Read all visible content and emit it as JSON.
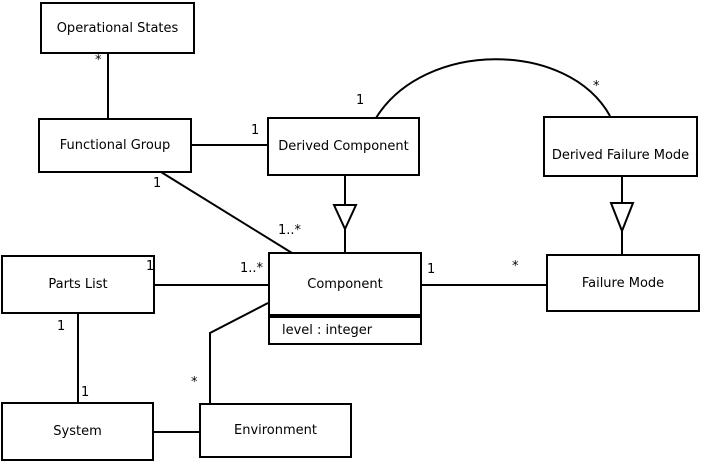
{
  "diagram_type": "uml-class-diagram",
  "colors": {
    "line": "#000000",
    "background": "#ffffff",
    "box_fill": "#ffffff",
    "text": "#000000"
  },
  "classes": [
    {
      "name": "Operational States"
    },
    {
      "name": "Functional Group"
    },
    {
      "name": "Derived Component"
    },
    {
      "name": "Derived Failure Mode"
    },
    {
      "name": "Parts List"
    },
    {
      "name": "Component",
      "attributes": [
        "level : integer"
      ]
    },
    {
      "name": "Failure Mode"
    },
    {
      "name": "System"
    },
    {
      "name": "Environment"
    }
  ],
  "edges": [
    {
      "from": "Operational States",
      "to": "Functional Group",
      "type": "association",
      "source_label": "*"
    },
    {
      "from": "Functional Group",
      "to": "Derived Component",
      "type": "association",
      "target_label": "1"
    },
    {
      "from": "Derived Component",
      "to": "Derived Failure Mode",
      "type": "association",
      "shape": "arc",
      "source_label": "1",
      "target_label": "*"
    },
    {
      "from": "Functional Group",
      "to": "Component",
      "type": "association",
      "source_label": "1",
      "target_label": "1..*"
    },
    {
      "from": "Derived Component",
      "to": "Component",
      "type": "generalization"
    },
    {
      "from": "Derived Failure Mode",
      "to": "Failure Mode",
      "type": "generalization"
    },
    {
      "from": "Parts List",
      "to": "Component",
      "type": "association",
      "source_label": "1",
      "target_label": "1..*"
    },
    {
      "from": "Component",
      "to": "Failure Mode",
      "type": "association",
      "source_label": "1",
      "target_label": "*"
    },
    {
      "from": "Parts List",
      "to": "System",
      "type": "association",
      "source_label": "1",
      "target_label": "1"
    },
    {
      "from": "System",
      "to": "Environment",
      "type": "association"
    },
    {
      "from": "Environment",
      "to": "Component",
      "type": "association",
      "source_label": "*"
    }
  ]
}
